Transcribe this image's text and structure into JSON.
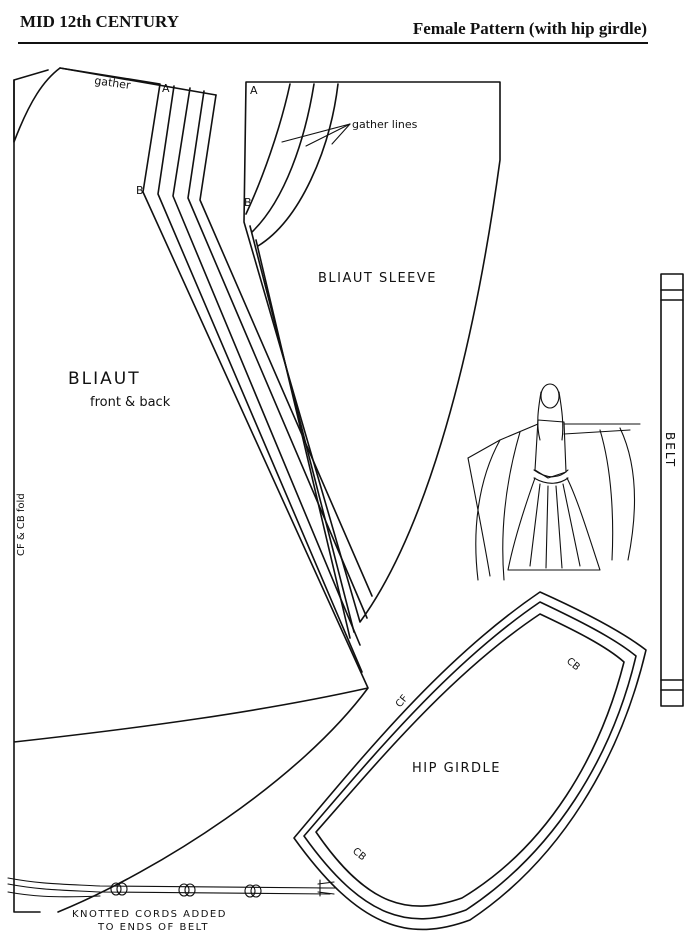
{
  "header": {
    "left_title": "MID 12th CENTURY",
    "right_title": "Female Pattern (with hip girdle)"
  },
  "bliaut": {
    "title": "BLIAUT",
    "subtitle": "front & back",
    "fold_label": "CF & CB fold",
    "gather_label": "gather",
    "point_a": "A",
    "point_b": "B"
  },
  "sleeve": {
    "title": "BLIAUT SLEEVE",
    "gather_lines_label": "gather lines",
    "point_a": "A",
    "point_b": "B"
  },
  "belt": {
    "label": "BELT"
  },
  "girdle": {
    "title": "HIP GIRDLE",
    "cf_label": "CF",
    "cb_top_label": "CB",
    "cb_bottom_label": "CB"
  },
  "cords": {
    "caption_line1": "KNOTTED CORDS ADDED",
    "caption_line2": "TO ENDS OF BELT"
  }
}
